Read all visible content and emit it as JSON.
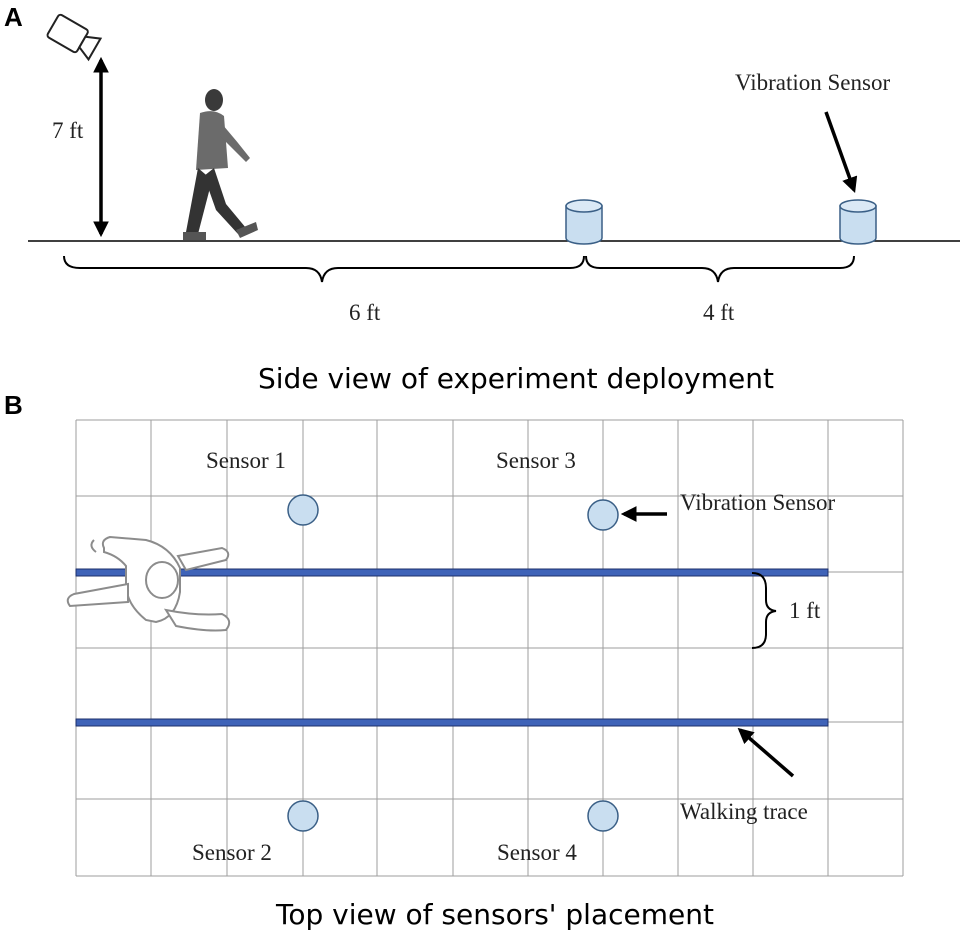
{
  "panel_a": {
    "letter": "A",
    "height_label": "7 ft",
    "sensor_label": "Vibration Sensor",
    "distance_1": "6 ft",
    "distance_2": "4 ft",
    "caption": "Side view of experiment deployment"
  },
  "panel_b": {
    "letter": "B",
    "sensors": [
      {
        "label": "Sensor 1"
      },
      {
        "label": "Sensor 2"
      },
      {
        "label": "Sensor 3"
      },
      {
        "label": "Sensor 4"
      }
    ],
    "sensor_pointer_label": "Vibration Sensor",
    "spacing_label": "1 ft",
    "trace_label": "Walking trace",
    "caption": "Top view of sensors' placement"
  },
  "colors": {
    "sensor_fill": "#c9def0",
    "sensor_stroke": "#3a5f86",
    "trace_fill": "#3f63b8",
    "grid": "#9e9e9e",
    "person_dark": "#3c3c3c"
  }
}
